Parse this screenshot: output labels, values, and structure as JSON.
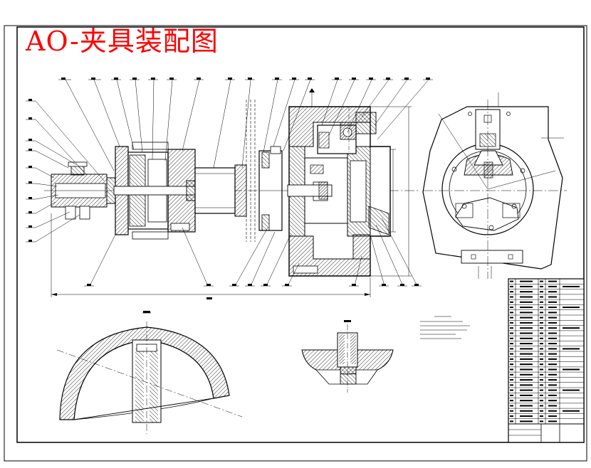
{
  "title": "AO-夹具装配图",
  "colors": {
    "title": "#ff0000",
    "ink": "#000000",
    "hatch": "#000000",
    "centerline": "#000000",
    "paper": "#ffffff"
  },
  "drawing": {
    "views": [
      "main-assembly-section",
      "side-view-circular",
      "section-view-dome",
      "section-view-detail"
    ],
    "parts_list_rows": 28,
    "tech_requirements_lines": 5
  }
}
